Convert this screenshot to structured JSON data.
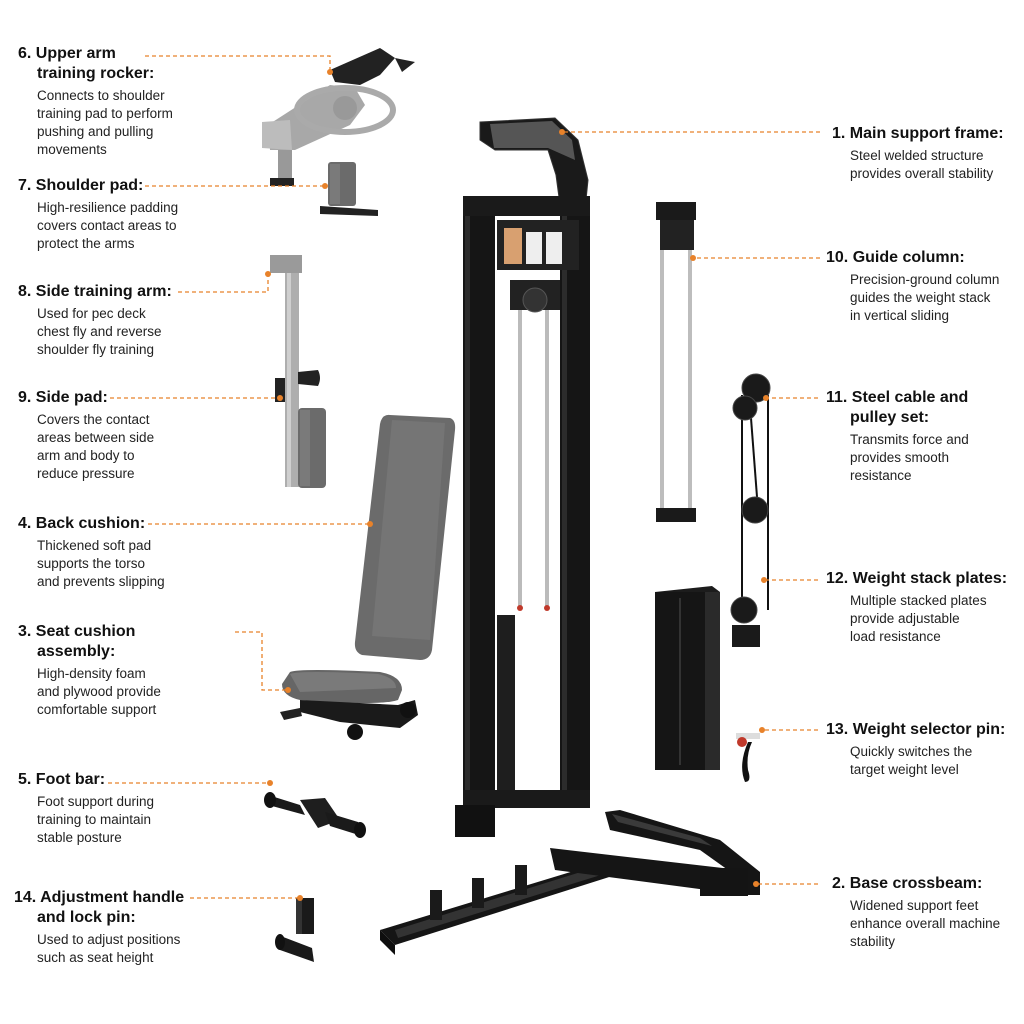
{
  "colors": {
    "leader": "#e8822a",
    "frame": "#151515",
    "frame_edge": "#2c2c2c",
    "pad": "#6b6b6b",
    "pad_dark": "#4a4a4a",
    "steel": "#b9b9b9",
    "steel_dark": "#888888",
    "text": "#111111"
  },
  "callouts": [
    {
      "id": "upper-arm-rocker",
      "title_lines": [
        "6. Upper arm",
        "training rocker:"
      ],
      "desc_lines": [
        "Connects to shoulder",
        "training pad to perform",
        "pushing and pulling",
        "movements"
      ]
    },
    {
      "id": "shoulder-pad",
      "title_lines": [
        "7. Shoulder pad:"
      ],
      "desc_lines": [
        "High-resilience padding",
        "covers contact areas to",
        "protect the arms"
      ]
    },
    {
      "id": "side-training-arm",
      "title_lines": [
        "8. Side training arm:"
      ],
      "desc_lines": [
        "Used for pec deck",
        "chest fly and reverse",
        "shoulder fly training"
      ]
    },
    {
      "id": "side-pad",
      "title_lines": [
        "9. Side pad:"
      ],
      "desc_lines": [
        "Covers the contact",
        "areas between side",
        "arm and body to",
        "reduce pressure"
      ]
    },
    {
      "id": "back-cushion",
      "title_lines": [
        "4. Back cushion:"
      ],
      "desc_lines": [
        "Thickened soft pad",
        "supports the torso",
        "and prevents slipping"
      ]
    },
    {
      "id": "seat-cushion",
      "title_lines": [
        "3. Seat cushion",
        "assembly:"
      ],
      "desc_lines": [
        "High-density foam",
        "and plywood provide",
        "comfortable support"
      ]
    },
    {
      "id": "foot-bar",
      "title_lines": [
        "5. Foot bar:"
      ],
      "desc_lines": [
        "Foot support during",
        "training to maintain",
        "stable posture"
      ]
    },
    {
      "id": "adjustment-handle",
      "title_lines": [
        "14. Adjustment handle",
        "and lock pin:"
      ],
      "desc_lines": [
        "Used to adjust positions",
        "such as seat height"
      ]
    },
    {
      "id": "main-support-frame",
      "title_lines": [
        "1. Main support frame:"
      ],
      "desc_lines": [
        "Steel welded structure",
        "provides overall stability"
      ]
    },
    {
      "id": "guide-column",
      "title_lines": [
        "10. Guide column:"
      ],
      "desc_lines": [
        "Precision-ground column",
        "guides the weight stack",
        "in vertical sliding"
      ]
    },
    {
      "id": "cable-pulley",
      "title_lines": [
        "11. Steel cable and",
        "pulley set:"
      ],
      "desc_lines": [
        "Transmits force and",
        "provides smooth",
        "resistance"
      ]
    },
    {
      "id": "weight-stack",
      "title_lines": [
        "12. Weight stack plates:"
      ],
      "desc_lines": [
        "Multiple stacked plates",
        "provide adjustable",
        "load resistance"
      ]
    },
    {
      "id": "selector-pin",
      "title_lines": [
        "13. Weight selector pin:"
      ],
      "desc_lines": [
        "Quickly switches the",
        "target weight level"
      ]
    },
    {
      "id": "base-crossbeam",
      "title_lines": [
        "2. Base crossbeam:"
      ],
      "desc_lines": [
        "Widened support feet",
        "enhance overall machine",
        "stability"
      ]
    }
  ]
}
